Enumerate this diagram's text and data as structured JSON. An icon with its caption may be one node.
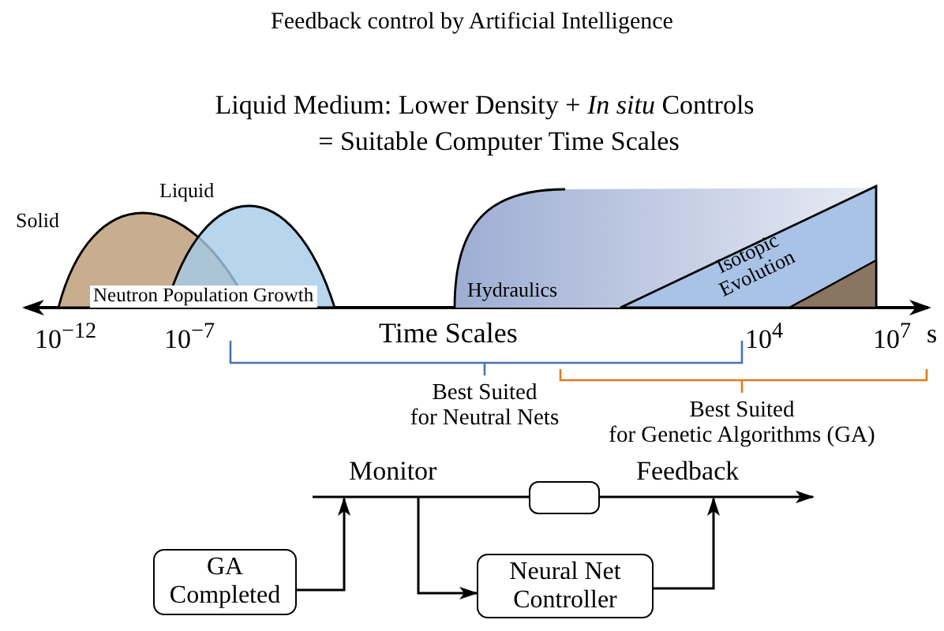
{
  "diagram": {
    "title": "Feedback control by Artificial Intelligence",
    "nodes": [
      {
        "text": [
          "Solid"
        ]
      },
      {
        "text": [
          "Liquid"
        ]
      },
      {
        "text": [
          "Hydraulics"
        ]
      },
      {
        "text": [
          "Isotopic Evolution"
        ],
        "in": 2
      },
      {
        "text": [
          "GA Completed"
        ]
      },
      {
        "text": [],
        "shape": "box"
      },
      {
        "text": [
          "Neural Net Controller"
        ]
      }
    ],
    "edges": [
      {
        "from": null,
        "to": 5,
        "arrow": "none",
        "label": "Monitor"
      },
      {
        "from": 5,
        "to": null,
        "arrow": "to",
        "label": "Feedback"
      },
      {
        "from": 4,
        "to": null,
        "arrow": "to"
      },
      {
        "from": null,
        "to": 6,
        "arrow": "to"
      },
      {
        "from": 6,
        "to": null,
        "arrow": "to"
      }
    ],
    "labels": [
      "Liquid Medium: Lower Density + *In situ* Controls",
      "= Suitable Computer Time Scales",
      "Neutron Population Growth",
      "10$^{−12}$",
      "10$^{−7}$",
      "Time Scales",
      "10$^{4}$",
      "10$^{7}$",
      "s",
      "Best Suited for Neutral Nets",
      "Best Suited for Genetic Algorithms (GA)"
    ]
  }
}
